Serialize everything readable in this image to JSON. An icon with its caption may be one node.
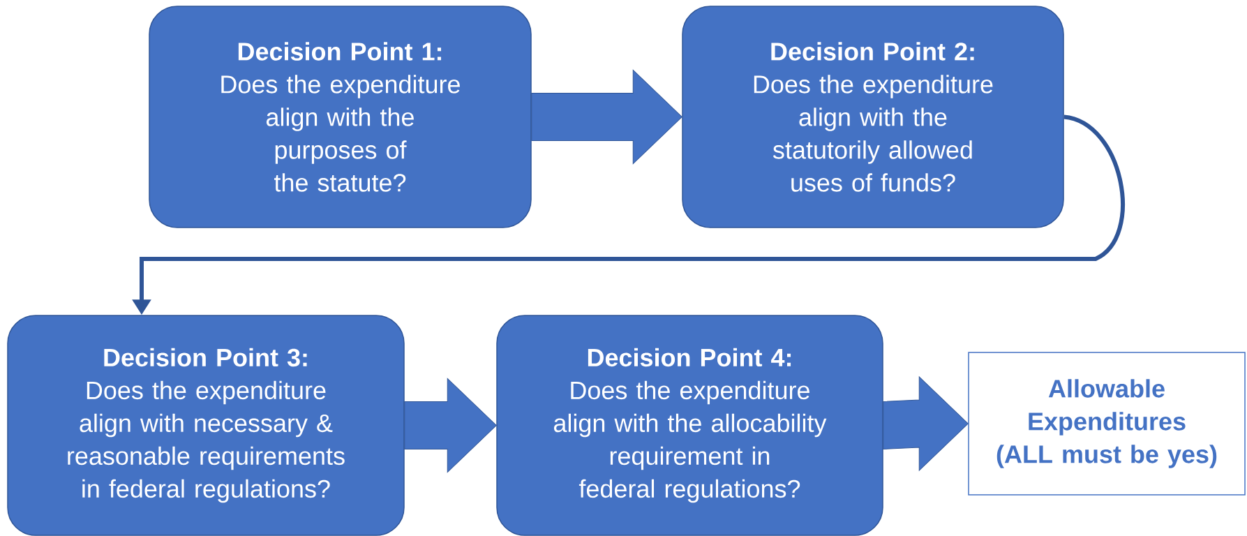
{
  "diagram": {
    "nodes": [
      {
        "text": [
          "Decision Point 1:",
          "Does the expenditure align with the purposes of the statute?"
        ]
      },
      {
        "text": [
          "Decision Point 2:",
          "Does the expenditure align with the statutorily allowed uses of funds?"
        ]
      },
      {
        "text": [
          "Decision Point 3:",
          "Does the expenditure align with necessary & reasonable requirements in federal regulations?"
        ]
      },
      {
        "text": [
          "Decision Point 4:",
          "Does the expenditure align with the allocability requirement in federal regulations?"
        ]
      },
      {
        "text": [
          "Allowable Expenditures (ALL must be yes)"
        ]
      }
    ],
    "edges": [
      {
        "from": 0,
        "to": 1,
        "arrow": "to"
      },
      {
        "from": 1,
        "to": 2,
        "arrow": "to"
      },
      {
        "from": 2,
        "to": 3,
        "arrow": "to"
      },
      {
        "from": 3,
        "to": 4,
        "arrow": "to"
      }
    ]
  }
}
